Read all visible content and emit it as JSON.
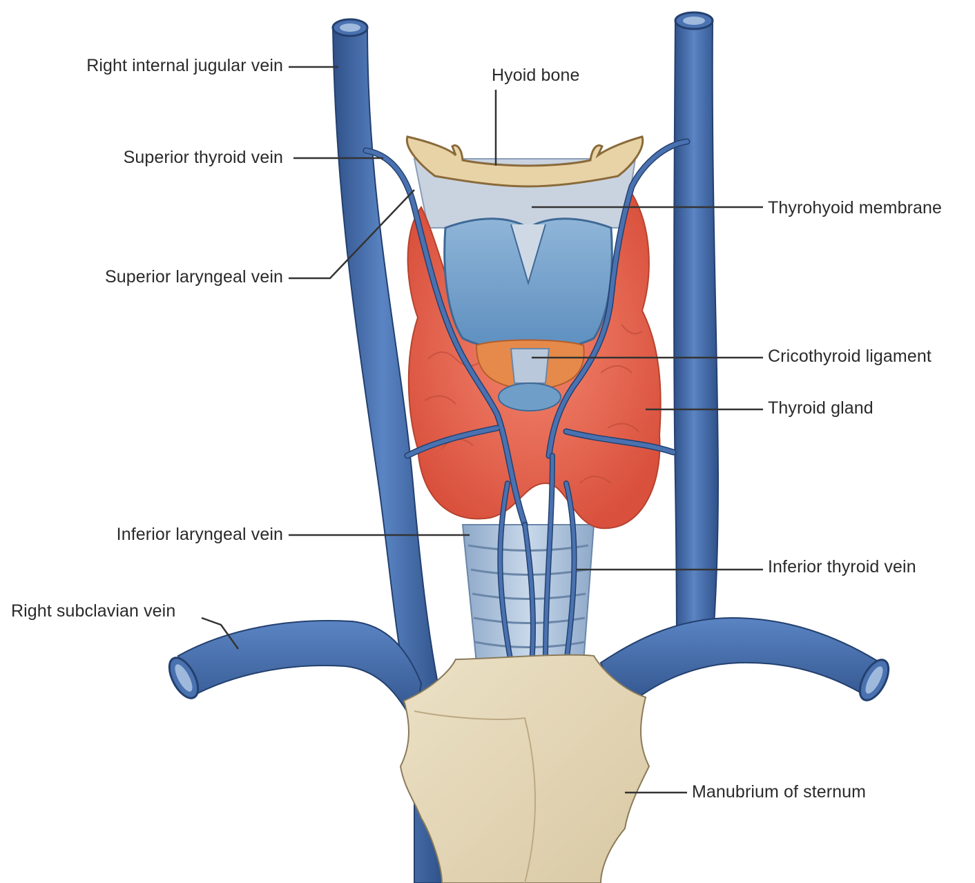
{
  "labels": {
    "right_internal_jugular_vein": "Right internal jugular vein",
    "hyoid_bone": "Hyoid bone",
    "superior_thyroid_vein": "Superior thyroid vein",
    "thyrohyoid_membrane": "Thyrohyoid membrane",
    "superior_laryngeal_vein": "Superior laryngeal vein",
    "cricothyroid_ligament": "Cricothyroid ligament",
    "thyroid_gland": "Thyroid gland",
    "inferior_laryngeal_vein": "Inferior laryngeal vein",
    "inferior_thyroid_vein": "Inferior thyroid vein",
    "right_subclavian_vein": "Right subclavian vein",
    "manubrium_of_sternum": "Manubrium of sternum"
  },
  "colors": {
    "vein": "#4a72b0",
    "vein_dark": "#2e4f86",
    "thyroid": "#ea6a55",
    "cartilage": "#6f9fc9",
    "bone": "#e7d8b8",
    "leader": "#333333"
  }
}
